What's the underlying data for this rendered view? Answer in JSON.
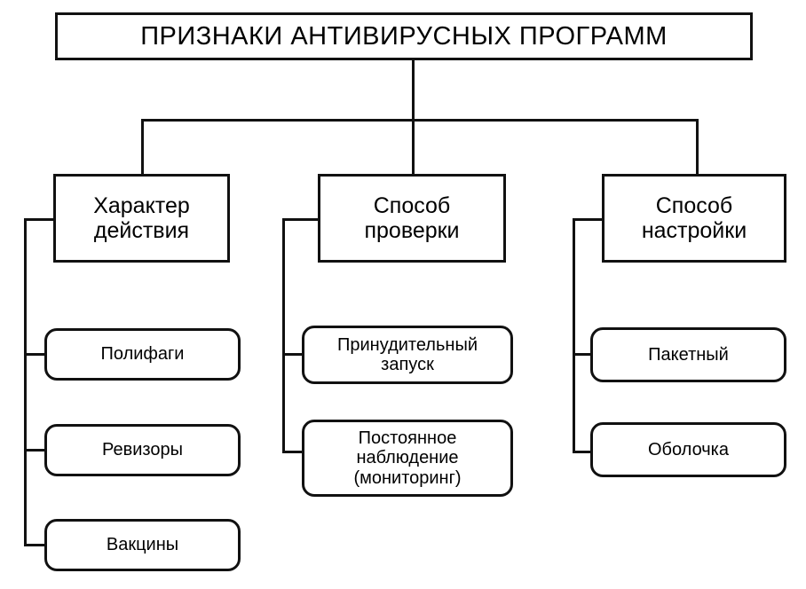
{
  "diagram": {
    "title": "ПРИЗНАКИ АНТИВИРУСНЫХ ПРОГРАММ",
    "line_color": "#111111",
    "box_fill": "#ffffff",
    "background": "#ffffff",
    "branches": [
      {
        "label": "Характер\nдействия",
        "children": [
          {
            "label": "Полифаги"
          },
          {
            "label": "Ревизоры"
          },
          {
            "label": "Вакцины"
          }
        ]
      },
      {
        "label": "Способ\nпроверки",
        "children": [
          {
            "label": "Принудительный\nзапуск"
          },
          {
            "label": "Постоянное\nнаблюдение\n(мониторинг)"
          }
        ]
      },
      {
        "label": "Способ\nнастройки",
        "children": [
          {
            "label": "Пакетный"
          },
          {
            "label": "Оболочка"
          }
        ]
      }
    ]
  }
}
